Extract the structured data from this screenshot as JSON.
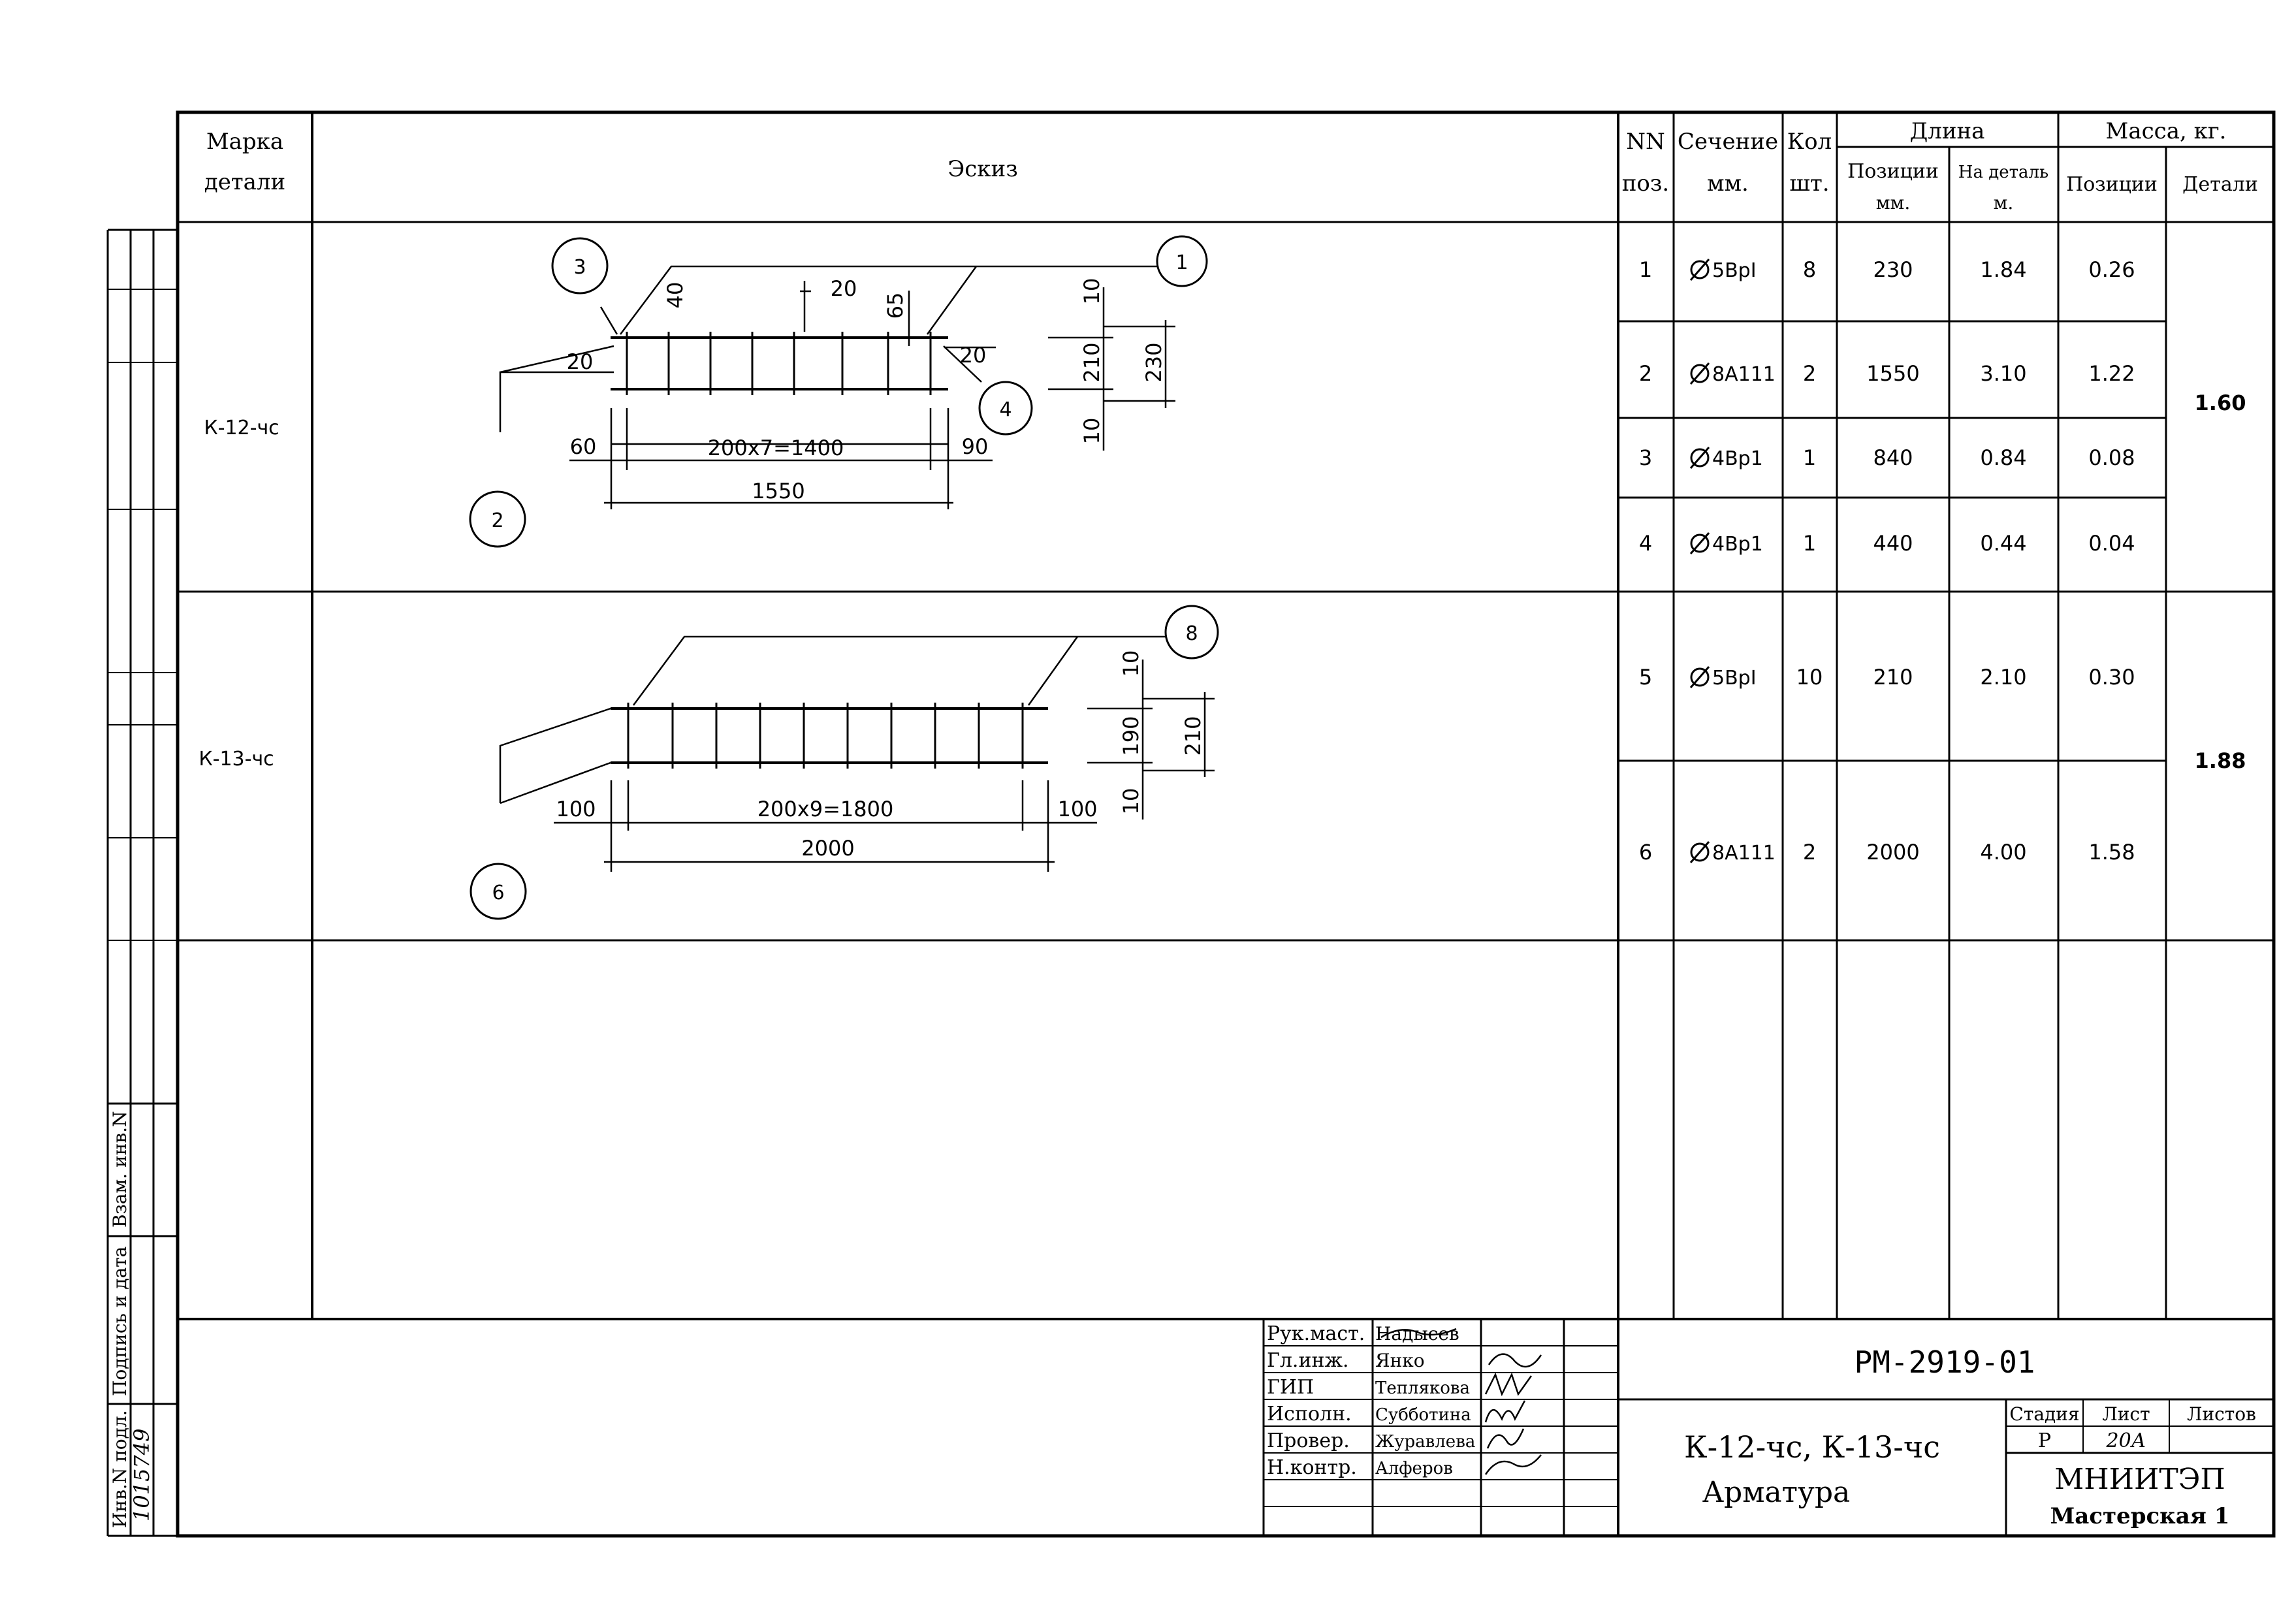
{
  "header": {
    "col_mark": [
      "Марка",
      "детали"
    ],
    "col_sketch": "Эскиз",
    "col_nn": [
      "NN",
      "поз."
    ],
    "col_section": [
      "Сечение",
      "мм."
    ],
    "col_qty": [
      "Кол",
      "шт."
    ],
    "col_length": "Длина",
    "col_length_pos": [
      "Позиции",
      "мм."
    ],
    "col_length_det": [
      "На деталь",
      "м."
    ],
    "col_mass": "Масса, кг.",
    "col_mass_pos": "Позиции",
    "col_mass_det": "Детали"
  },
  "marks": [
    "К-12-чс",
    "К-13-чс"
  ],
  "detail_mass": [
    "1.60",
    "1.88"
  ],
  "positions": [
    {
      "nn": "1",
      "section": "5ВрI",
      "qty": "8",
      "len_pos": "230",
      "len_det": "1.84",
      "mass": "0.26"
    },
    {
      "nn": "2",
      "section": "8А111",
      "qty": "2",
      "len_pos": "1550",
      "len_det": "3.10",
      "mass": "1.22"
    },
    {
      "nn": "3",
      "section": "4Вр1",
      "qty": "1",
      "len_pos": "840",
      "len_det": "0.84",
      "mass": "0.08"
    },
    {
      "nn": "4",
      "section": "4Вр1",
      "qty": "1",
      "len_pos": "440",
      "len_det": "0.44",
      "mass": "0.04"
    },
    {
      "nn": "5",
      "section": "5ВрI",
      "qty": "10",
      "len_pos": "210",
      "len_det": "2.10",
      "mass": "0.30"
    },
    {
      "nn": "6",
      "section": "8А111",
      "qty": "2",
      "len_pos": "2000",
      "len_det": "4.00",
      "mass": "1.58"
    }
  ],
  "sketch1": {
    "callouts": [
      "1",
      "2",
      "3",
      "4"
    ],
    "dims": {
      "d40": "40",
      "d20_top": "20",
      "d65": "65",
      "d20_left": "20",
      "d20_right": "20",
      "d60": "60",
      "d_span": "200x7=1400",
      "d90": "90",
      "d_total": "1550",
      "v10_top": "10",
      "v210": "210",
      "v230": "230",
      "v10_bot": "10"
    }
  },
  "sketch2": {
    "callouts": [
      "8",
      "6"
    ],
    "dims": {
      "d100_left": "100",
      "d_span": "200x9=1800",
      "d100_right": "100",
      "d_total": "2000",
      "v10_top": "10",
      "v190": "190",
      "v210": "210",
      "v10_bot": "10"
    }
  },
  "signatures": [
    {
      "role": "Рук.маст.",
      "name": "Надысев"
    },
    {
      "role": "Гл.инж.",
      "name": "Янко"
    },
    {
      "role": "ГИП",
      "name": "Теплякова"
    },
    {
      "role": "Исполн.",
      "name": "Субботина"
    },
    {
      "role": "Провер.",
      "name": "Журавлева"
    },
    {
      "role": "Н.контр.",
      "name": "Алферов"
    }
  ],
  "title_block": {
    "code": "РМ-2919-01",
    "title": "К-12-чс, К-13-чс",
    "subtitle": "Арматура",
    "stage_label": "Стадия",
    "sheet_label": "Лист",
    "sheets_label": "Листов",
    "stage": "Р",
    "sheet": "20А",
    "sheets": "",
    "org": "МНИИТЭП",
    "workshop": "Мастерская 1"
  },
  "side_stamp": {
    "inv_label": "Инв.N подл.",
    "sign_label": "Подпись и дата",
    "replace_label": "Взам. инв.N",
    "inv_number": "1015749"
  }
}
